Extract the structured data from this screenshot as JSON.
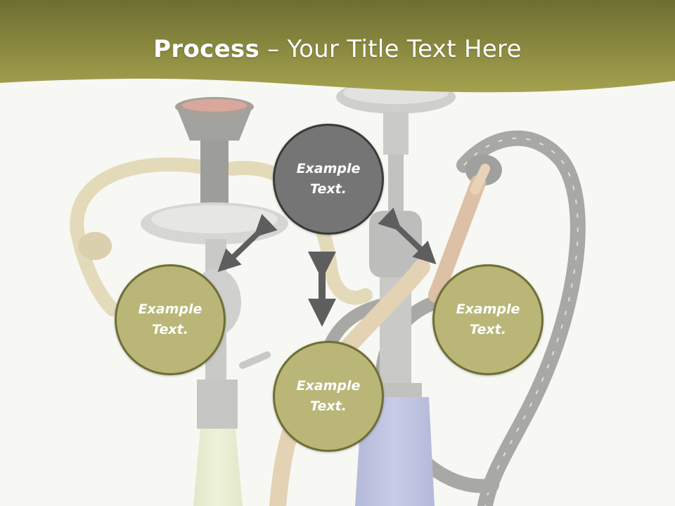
{
  "header": {
    "title_bold": "Process",
    "title_rest": " – Your Title Text Here",
    "band_color": "#8f8f3f"
  },
  "process": {
    "center": {
      "line1": "Example",
      "line2": "Text."
    },
    "left": {
      "line1": "Example",
      "line2": "Text."
    },
    "bottom": {
      "line1": "Example",
      "line2": "Text."
    },
    "right": {
      "line1": "Example",
      "line2": "Text."
    }
  },
  "colors": {
    "center_fill": "#757575",
    "step_fill": "#b9b678",
    "arrow": "#5e5e5e"
  },
  "background_image": {
    "icon": "hookah-illustration"
  }
}
